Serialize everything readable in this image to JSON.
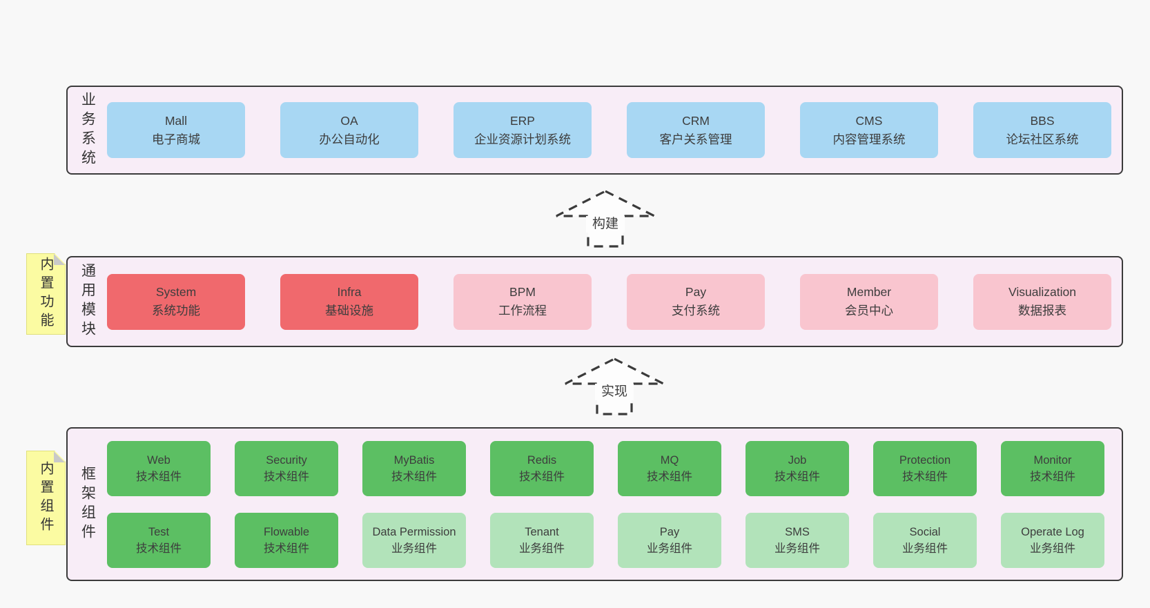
{
  "diagram_title": "",
  "colors": {
    "page_background": "#f8f8f8",
    "band_background": "#f8edf7",
    "band_border": "#3b3b3b",
    "blue_box": "#a8d7f3",
    "red_box": "#f0696d",
    "pink_box": "#f9c5cf",
    "green_box": "#5cbf63",
    "light_green_box": "#b2e3ba",
    "note_yellow": "#fbfba2",
    "note_fold_gray": "#c9c9c9"
  },
  "arrows": [
    {
      "label": "构建"
    },
    {
      "label": "实现"
    }
  ],
  "bands": [
    {
      "label": "业务系统",
      "boxes": [
        {
          "name": "Mall",
          "desc": "电子商城"
        },
        {
          "name": "OA",
          "desc": "办公自动化"
        },
        {
          "name": "ERP",
          "desc": "企业资源计划系统"
        },
        {
          "name": "CRM",
          "desc": "客户关系管理"
        },
        {
          "name": "CMS",
          "desc": "内容管理系统"
        },
        {
          "name": "BBS",
          "desc": "论坛社区系统"
        }
      ]
    },
    {
      "label": "通用模块",
      "note": "内置功能",
      "boxes": [
        {
          "name": "System",
          "desc": "系统功能"
        },
        {
          "name": "Infra",
          "desc": "基础设施"
        },
        {
          "name": "BPM",
          "desc": "工作流程"
        },
        {
          "name": "Pay",
          "desc": "支付系统"
        },
        {
          "name": "Member",
          "desc": "会员中心"
        },
        {
          "name": "Visualization",
          "desc": "数据报表"
        }
      ]
    },
    {
      "label": "框架组件",
      "note": "内置组件",
      "rows": [
        [
          {
            "name": "Web",
            "desc": "技术组件"
          },
          {
            "name": "Security",
            "desc": "技术组件"
          },
          {
            "name": "MyBatis",
            "desc": "技术组件"
          },
          {
            "name": "Redis",
            "desc": "技术组件"
          },
          {
            "name": "MQ",
            "desc": "技术组件"
          },
          {
            "name": "Job",
            "desc": "技术组件"
          },
          {
            "name": "Protection",
            "desc": "技术组件"
          },
          {
            "name": "Monitor",
            "desc": "技术组件"
          }
        ],
        [
          {
            "name": "Test",
            "desc": "技术组件"
          },
          {
            "name": "Flowable",
            "desc": "技术组件"
          },
          {
            "name": "Data Permission",
            "desc": "业务组件"
          },
          {
            "name": "Tenant",
            "desc": "业务组件"
          },
          {
            "name": "Pay",
            "desc": "业务组件"
          },
          {
            "name": "SMS",
            "desc": "业务组件"
          },
          {
            "name": "Social",
            "desc": "业务组件"
          },
          {
            "name": "Operate Log",
            "desc": "业务组件"
          }
        ]
      ]
    }
  ]
}
